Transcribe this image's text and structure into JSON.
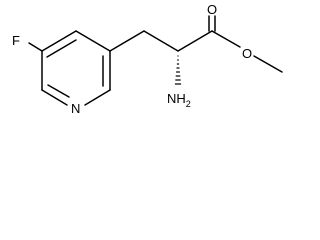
{
  "structure": {
    "atom_labels": {
      "fluorine": "F",
      "ring_nitrogen": "N",
      "amine": "NH",
      "amine_subscript": "2",
      "carbonyl_oxygen": "O",
      "ester_oxygen": "O"
    },
    "ink_color": "#000000",
    "background_color": "#ffffff"
  }
}
